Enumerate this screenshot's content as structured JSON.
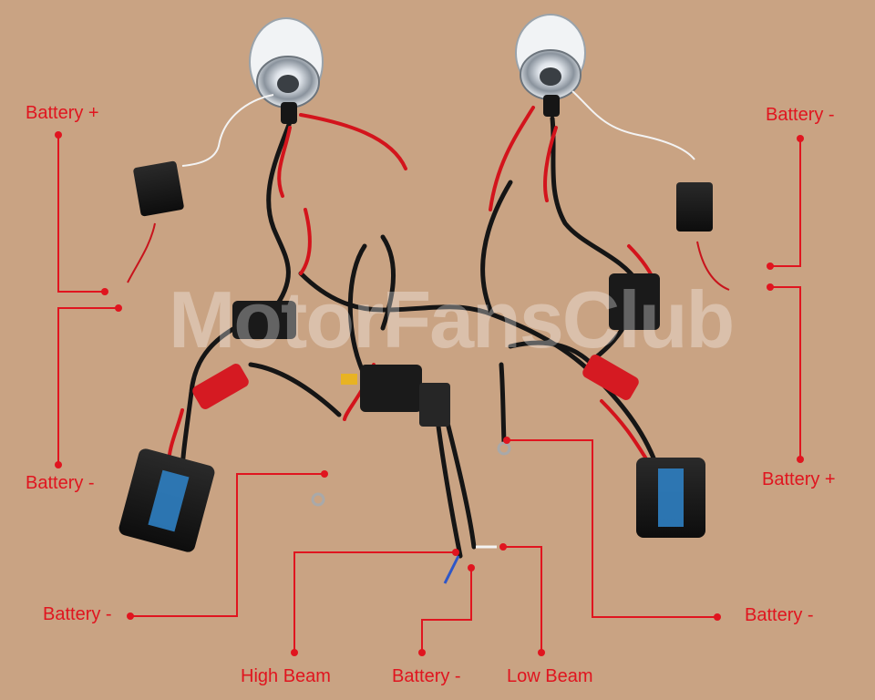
{
  "watermark": "MotorFansClub",
  "labels": {
    "battery_pos_top_left": "Battery +",
    "battery_neg_left": "Battery -",
    "battery_neg_bottom_left": "Battery -",
    "high_beam": "High Beam",
    "battery_neg_bottom_center": "Battery -",
    "low_beam": "Low Beam",
    "battery_neg_top_right": "Battery -",
    "battery_pos_right": "Battery +",
    "battery_neg_bottom_right": "Battery -"
  },
  "colors": {
    "background": "#c9a383",
    "label_red": "#e0151f",
    "wire_black": "#151515",
    "wire_red": "#d3141c",
    "ballast": "#1b1b1b",
    "ballast_label": "#2f7fc2"
  }
}
